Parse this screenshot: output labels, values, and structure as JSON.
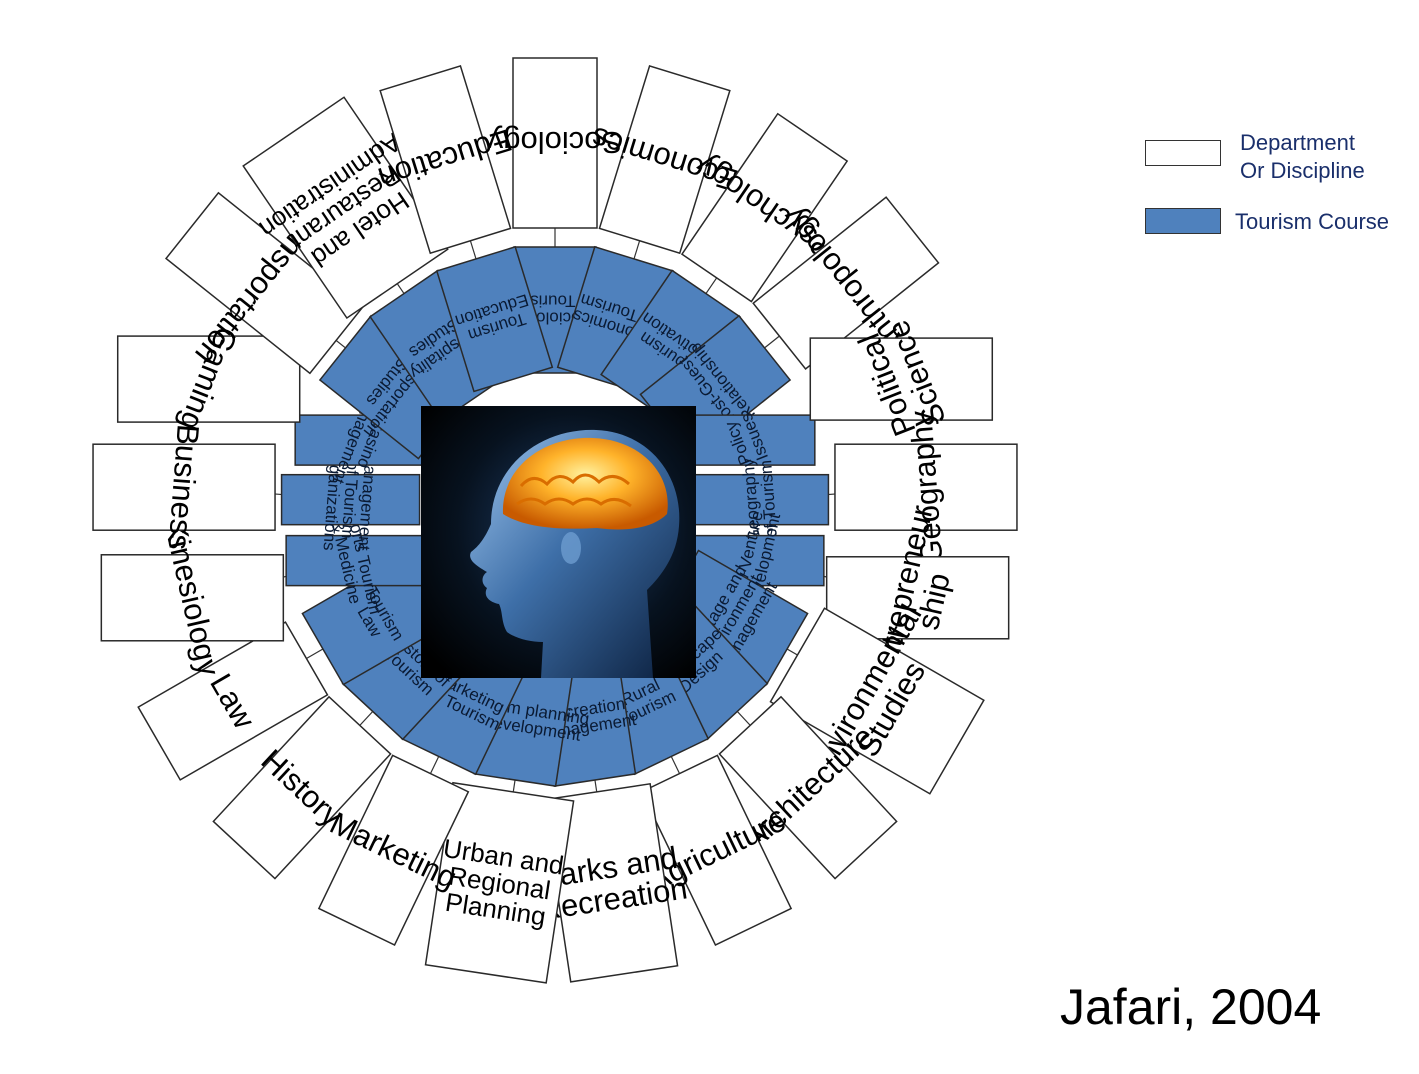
{
  "diagram": {
    "center_image": "head-brain-illustration",
    "colors": {
      "department_fill": "#ffffff",
      "course_fill": "#4f81bd",
      "border": "#2a2a2a",
      "text": "#000000"
    },
    "legend": {
      "department_label": "Department Or Discipline",
      "department_line1": "Department",
      "department_line2": "Or Discipline",
      "course_label": "Tourism Course"
    },
    "credit": "Jafari, 2004",
    "spokes": [
      {
        "discipline": "Sociology",
        "course": "Sociology of Tourism"
      },
      {
        "discipline": "Economics",
        "course": "Economics of Tourism"
      },
      {
        "discipline": "Psychology",
        "course": "Tourism Motivation"
      },
      {
        "discipline": "Anthropology",
        "course": "Host-Guest Relationship"
      },
      {
        "discipline": "Political Science",
        "course": "Policy Issues"
      },
      {
        "discipline": "Geography",
        "course": "Geography of Tourism"
      },
      {
        "discipline": "Entrepreneur ship",
        "course": "New Venture Development"
      },
      {
        "discipline": "Environmental Studies",
        "course": "Heritage and Environment Management"
      },
      {
        "discipline": "Architecture",
        "course": "Landscape Design"
      },
      {
        "discipline": "Agriculture",
        "course": "Rural Tourism"
      },
      {
        "discipline": "Parks and Recreation",
        "course": "Recreation Management"
      },
      {
        "discipline": "Urban and Regional Planning",
        "course": "Tourism planning & Development"
      },
      {
        "discipline": "Marketing",
        "course": "Marketing Of Tourism"
      },
      {
        "discipline": "History",
        "course": "History of Tourism"
      },
      {
        "discipline": "Law",
        "course": "Tourism Law"
      },
      {
        "discipline": "Kinesiology",
        "course": "Sports Tourism & Medicine"
      },
      {
        "discipline": "Business",
        "course": "Management of Tourism Organizations"
      },
      {
        "discipline": "Gaming",
        "course": "Casino Management"
      },
      {
        "discipline": "Transportation",
        "course": "Transportation Studies"
      },
      {
        "discipline": "Hotel and Restaurant Administration",
        "course": "Hospitality Studies"
      },
      {
        "discipline": "Education",
        "course": "Tourism Education"
      }
    ]
  }
}
